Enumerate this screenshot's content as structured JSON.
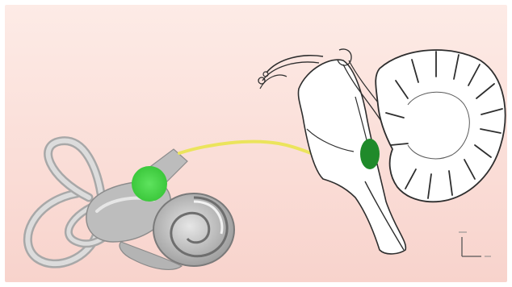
{
  "figure": {
    "background_gradient": [
      "#fde8e3",
      "#f9d6d0"
    ],
    "frame_color": "#ffffff",
    "nerve_color": "#e8e25a",
    "ganglion_color": "#4ad24a",
    "nucleus_color": "#1f8a2a",
    "outline_color": "#3a3a3a",
    "inner_ear_fill": "#c8c8c8",
    "brain_fill": "#ffffff"
  },
  "labels": {
    "orientation_marker": ""
  },
  "icons": {
    "inner_ear": "inner-ear-icon",
    "brainstem": "brainstem-icon",
    "cerebellum": "cerebellum-icon",
    "nerve": "vestibular-nerve",
    "ganglion": "vestibular-ganglion",
    "nucleus": "vestibular-nucleus",
    "axis": "axis-marker-icon"
  }
}
